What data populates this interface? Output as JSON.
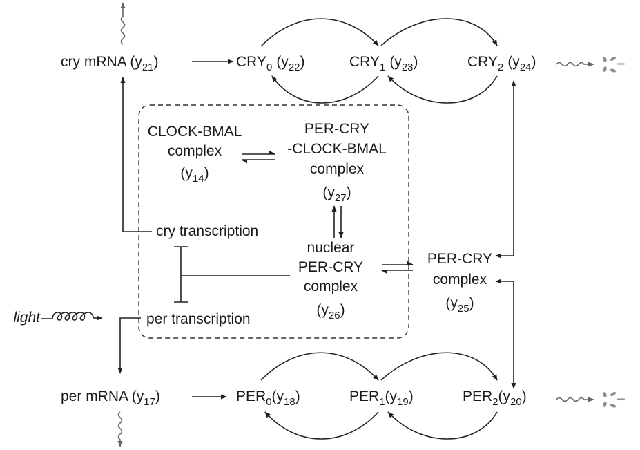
{
  "nodes": {
    "cry_mrna": {
      "main_italic": "cry",
      "main": " mRNA (y",
      "sub": "21",
      "close": ")"
    },
    "cry0": {
      "main": "CRY",
      "sub_state": "0",
      "var": "(y",
      "sub": "22",
      "close": ")"
    },
    "cry1": {
      "main": "CRY",
      "sub_state": "1",
      "var": "(y",
      "sub": "23",
      "close": ")"
    },
    "cry2": {
      "main": "CRY",
      "sub_state": "2",
      "var": "(y",
      "sub": "24",
      "close": ")"
    },
    "per_mrna": {
      "main_italic": "per",
      "main": " mRNA (",
      "var_italic": "y",
      "sub": "17",
      "close": ")"
    },
    "per0": {
      "main": "PER",
      "sub_state": "0",
      "var": "(y",
      "sub": "18",
      "close": ")"
    },
    "per1": {
      "main": "PER",
      "sub_state": "1",
      "var": "(y",
      "sub": "19",
      "close": ")"
    },
    "per2": {
      "main": "PER",
      "sub_state": "2",
      "var": "(y",
      "sub": "20",
      "close": ")"
    },
    "clock_bmal": {
      "line1": "CLOCK-BMAL",
      "line2": "complex",
      "var": "(y",
      "sub": "14",
      "close": ")"
    },
    "per_cry_clock": {
      "line1": "PER-CRY",
      "line2": "-CLOCK-BMAL",
      "line3": "complex",
      "var": "(y",
      "sub": "27",
      "close": ")"
    },
    "nuclear_per_cry": {
      "line1": "nuclear",
      "line2": "PER-CRY",
      "line3": "complex",
      "var": "(y",
      "sub": "26",
      "close": ")"
    },
    "per_cry": {
      "line1": "PER-CRY",
      "line2": "complex",
      "var": "(y",
      "sub": "25",
      "close": ")"
    },
    "cry_transcription": {
      "italic": "cry",
      "rest": " transcription"
    },
    "per_transcription": {
      "italic": "per",
      "rest": " transcription"
    },
    "light": {
      "label": "light"
    }
  },
  "colors": {
    "line": "#222222",
    "degradation": "#666666",
    "debris": "#8a8f9a"
  }
}
